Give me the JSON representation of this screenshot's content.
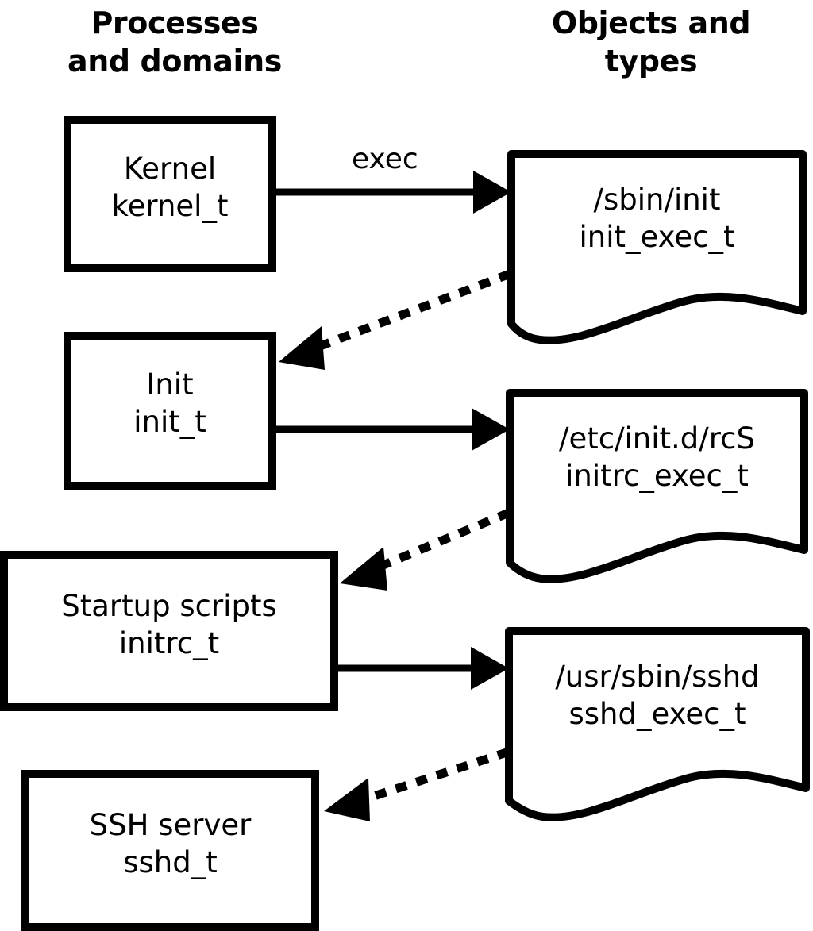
{
  "meta": {
    "title": "SELinux domain transition diagram",
    "background_color": "#ffffff",
    "stroke_color": "#000000"
  },
  "headers": {
    "left": {
      "line1": "Processes",
      "line2": "and domains"
    },
    "right": {
      "line1": "Objects and",
      "line2": "types"
    }
  },
  "process_nodes": [
    {
      "id": "kernel",
      "line1": "Kernel",
      "line2": "kernel_t"
    },
    {
      "id": "init",
      "line1": "Init",
      "line2": "init_t"
    },
    {
      "id": "initrc",
      "line1": "Startup scripts",
      "line2": "initrc_t"
    },
    {
      "id": "sshd",
      "line1": "SSH server",
      "line2": "sshd_t"
    }
  ],
  "object_nodes": [
    {
      "id": "init_exec",
      "line1": "/sbin/init",
      "line2": "init_exec_t"
    },
    {
      "id": "initrc_exec",
      "line1": "/etc/init.d/rcS",
      "line2": "initrc_exec_t"
    },
    {
      "id": "sshd_exec",
      "line1": "/usr/sbin/sshd",
      "line2": "sshd_exec_t"
    }
  ],
  "edges": [
    {
      "id": "kernel-exec-init_exec",
      "from": "kernel",
      "to": "init_exec",
      "style": "solid",
      "label": "exec"
    },
    {
      "id": "init_exec-transition-init",
      "from": "init_exec",
      "to": "init",
      "style": "dotted",
      "label": ""
    },
    {
      "id": "init-exec-initrc_exec",
      "from": "init",
      "to": "initrc_exec",
      "style": "solid",
      "label": ""
    },
    {
      "id": "initrc_exec-transition-initrc",
      "from": "initrc_exec",
      "to": "initrc",
      "style": "dotted",
      "label": ""
    },
    {
      "id": "initrc-exec-sshd_exec",
      "from": "initrc",
      "to": "sshd_exec",
      "style": "solid",
      "label": ""
    },
    {
      "id": "sshd_exec-transition-sshd",
      "from": "sshd_exec",
      "to": "sshd",
      "style": "dotted",
      "label": ""
    }
  ],
  "edge_labels": {
    "exec": "exec"
  }
}
